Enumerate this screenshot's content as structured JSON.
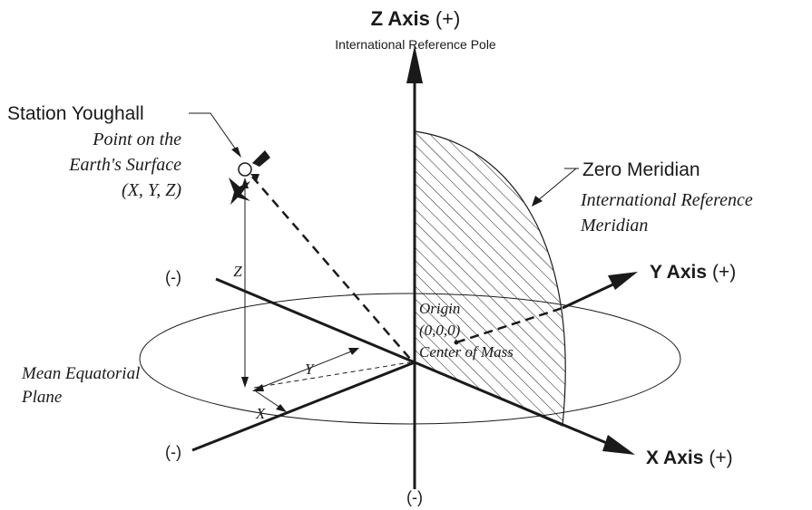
{
  "z_axis": {
    "name": "Z Axis",
    "sign": "(+)",
    "subtitle": "International Reference Pole",
    "neg": "(-)"
  },
  "y_axis": {
    "name": "Y Axis",
    "sign": "(+)",
    "neg": "(-)"
  },
  "x_axis": {
    "name": "X Axis",
    "sign": "(+)",
    "neg": "(-)"
  },
  "station": {
    "name": "Station Youghall",
    "desc_line1": "Point on the",
    "desc_line2": "Earth's Surface",
    "desc_line3": "(X, Y, Z)"
  },
  "meridian": {
    "name": "Zero Meridian",
    "desc_line1": "International Reference",
    "desc_line2": "Meridian"
  },
  "origin": {
    "line1": "Origin",
    "line2": "(0,0,0)",
    "line3": "Center of Mass"
  },
  "plane": {
    "line1": "Mean Equatorial",
    "line2": "Plane"
  },
  "components": {
    "x": "X",
    "y": "Y",
    "z": "Z"
  },
  "colors": {
    "ink": "#1a1a1a",
    "background": "#ffffff"
  }
}
